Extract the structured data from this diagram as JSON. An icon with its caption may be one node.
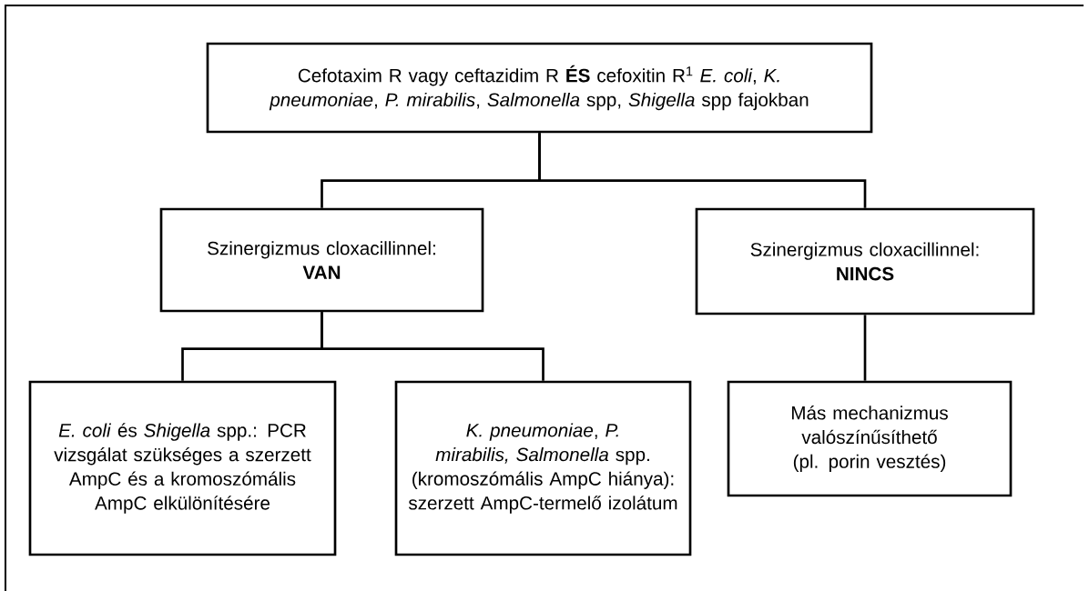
{
  "diagram": {
    "nodes": [
      {
        "text": [
          "Cefotaxim R vagy ceftazidim R **ÉS** cefoxitin R$^{1}$ *E. coli*, *K. pneumoniae*, *P. mirabilis*, *Salmonella* spp, *Shigella* spp fajokban"
        ]
      },
      {
        "text": [
          "Szinergizmus cloxacillinnel:",
          "VAN"
        ]
      },
      {
        "text": [
          "Szinergizmus cloxacillinnel:",
          "NINCS"
        ]
      },
      {
        "text": [
          "*E. coli* és *Shigella* spp.: PCR vizsgálat szükséges a szerzett AmpC és a kromoszómális AmpC elkülönítésére"
        ]
      },
      {
        "text": [
          "*K. pneumoniae*, *P. mirabilis, Salmonella* spp. (kromoszómális AmpC hiánya): szerzett AmpC-termelő izolátum"
        ]
      },
      {
        "text": [
          "Más mechanizmus valószínűsíthető (pl. porin vesztés)"
        ]
      }
    ],
    "edges": [
      {
        "from": 0,
        "to": 1,
        "arrow": "none"
      },
      {
        "from": 0,
        "to": 2,
        "arrow": "none"
      },
      {
        "from": 1,
        "to": 3,
        "arrow": "none"
      },
      {
        "from": 1,
        "to": 4,
        "arrow": "none"
      },
      {
        "from": 2,
        "to": 5,
        "arrow": "none"
      }
    ]
  }
}
